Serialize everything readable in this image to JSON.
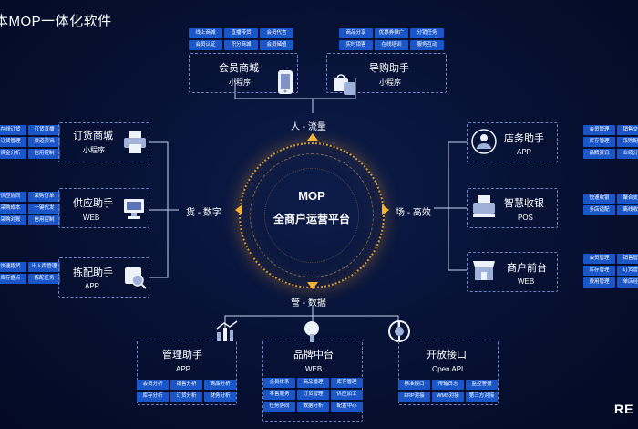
{
  "title": "本MOP一体化软件",
  "logo_text": "RE",
  "center": {
    "title": "MOP",
    "subtitle": "全商户运营平台"
  },
  "axes": {
    "top": "人 - 流量",
    "left": "货 - 数字",
    "right": "场 - 高效",
    "bottom": "管 - 数据"
  },
  "modules": {
    "member_mall": {
      "name": "会员商城",
      "type": "小程序",
      "tags": [
        "线上商城",
        "直播带货",
        "会员代言",
        "会员认证",
        "积分商城",
        "会员储值"
      ]
    },
    "shopping_guide": {
      "name": "导购助手",
      "type": "小程序",
      "tags": [
        "商品分享",
        "优惠券推广",
        "分销任务",
        "实时锁客",
        "在线培训",
        "服务互动"
      ]
    },
    "order_mall": {
      "name": "订货商城",
      "type": "小程序",
      "tags": [
        "在线订货",
        "订货直播",
        "订货管理",
        "渠道资讯",
        "资金分析",
        "信用控制"
      ]
    },
    "supply_assistant": {
      "name": "供应助手",
      "type": "WEB",
      "tags": [
        "供应协同",
        "采购订单",
        "采购成本",
        "一键代发",
        "采购对账",
        "信用控制"
      ]
    },
    "picking_assistant": {
      "name": "拣配助手",
      "type": "APP",
      "tags": [
        "快速拣货",
        "出入库管理",
        "库存盘点",
        "拣配任务"
      ]
    },
    "store_assistant": {
      "name": "店务助手",
      "type": "APP",
      "tags": [
        "会员管理",
        "销售交易",
        "库存管理",
        "采购配置",
        "品牌资讯",
        "业绩分析"
      ]
    },
    "smart_pos": {
      "name": "智慧收银",
      "type": "POS",
      "tags": [
        "快速收银",
        "聚合支付",
        "多店适配",
        "离线收银"
      ]
    },
    "store_front": {
      "name": "商户前台",
      "type": "WEB",
      "tags": [
        "会员管理",
        "销售管理",
        "库存管理",
        "订货管理",
        "费用管理",
        "单店经营"
      ]
    },
    "management_assistant": {
      "name": "管理助手",
      "type": "APP",
      "tags": [
        "会员分析",
        "销售分析",
        "商品分析",
        "库存分析",
        "订货分析",
        "财务分析"
      ]
    },
    "brand_center": {
      "name": "品牌中台",
      "type": "WEB",
      "tags": [
        "会员体系",
        "商品管理",
        "库存管理",
        "零售服务",
        "订货管理",
        "供应加工",
        "任务协同",
        "数据分析",
        "配置中心"
      ]
    },
    "open_api": {
      "name": "开放接口",
      "type": "Open API",
      "tags": [
        "标准接口",
        "传输日志",
        "监控警报",
        "ERP对接",
        "WMS对接",
        "第三方对接"
      ]
    }
  },
  "colors": {
    "tag": "#1a56c8",
    "accent": "#f2b431",
    "line": "#c9d3ee",
    "background": "#071236"
  },
  "icons": [
    "phone-icon",
    "shopping-bag-icon",
    "printer-icon",
    "monitor-icon",
    "scanner-icon",
    "person-icon",
    "cashier-icon",
    "storefront-icon",
    "chart-icon",
    "tree-icon",
    "api-icon"
  ]
}
